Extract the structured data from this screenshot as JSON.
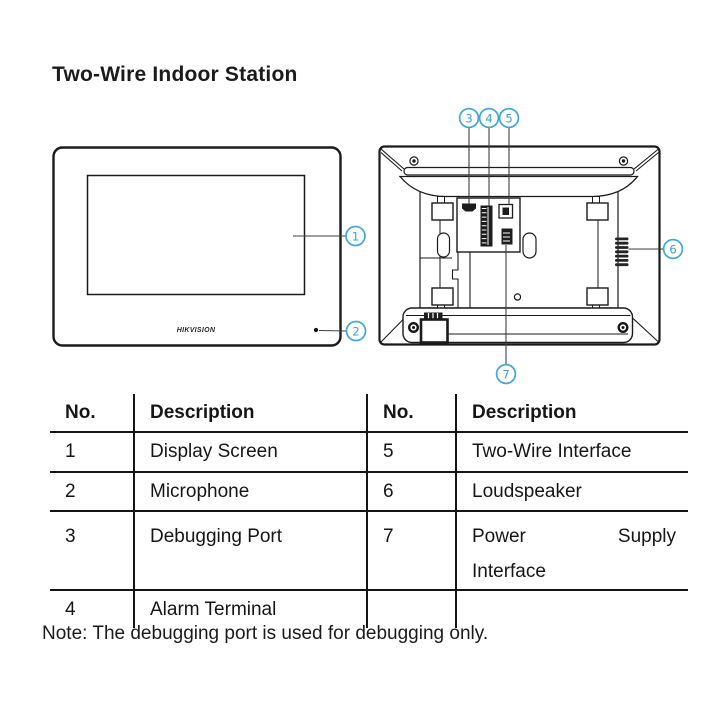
{
  "page": {
    "title": "Two-Wire Indoor Station",
    "note": "Note: The debugging port is used for debugging only."
  },
  "diagram": {
    "accent_color": "#41A7D5",
    "line_color": "#1b1b1b",
    "front_view": {
      "logo": "HIKVISION"
    },
    "callouts": [
      {
        "number": "1",
        "part": "display-screen"
      },
      {
        "number": "2",
        "part": "microphone"
      },
      {
        "number": "3",
        "part": "debugging-port"
      },
      {
        "number": "4",
        "part": "alarm-terminal"
      },
      {
        "number": "5",
        "part": "two-wire-interface"
      },
      {
        "number": "6",
        "part": "loudspeaker"
      },
      {
        "number": "7",
        "part": "power-supply-interface"
      }
    ]
  },
  "table": {
    "headers": [
      "No.",
      "Description",
      "No.",
      "Description"
    ],
    "rows": [
      [
        "1",
        "Display Screen",
        "5",
        "Two-Wire Interface"
      ],
      [
        "2",
        "Microphone",
        "6",
        "Loudspeaker"
      ],
      [
        "3",
        "Debugging Port",
        "7",
        "Power Supply Interface"
      ],
      [
        "4",
        "Alarm Terminal",
        "",
        ""
      ]
    ]
  }
}
